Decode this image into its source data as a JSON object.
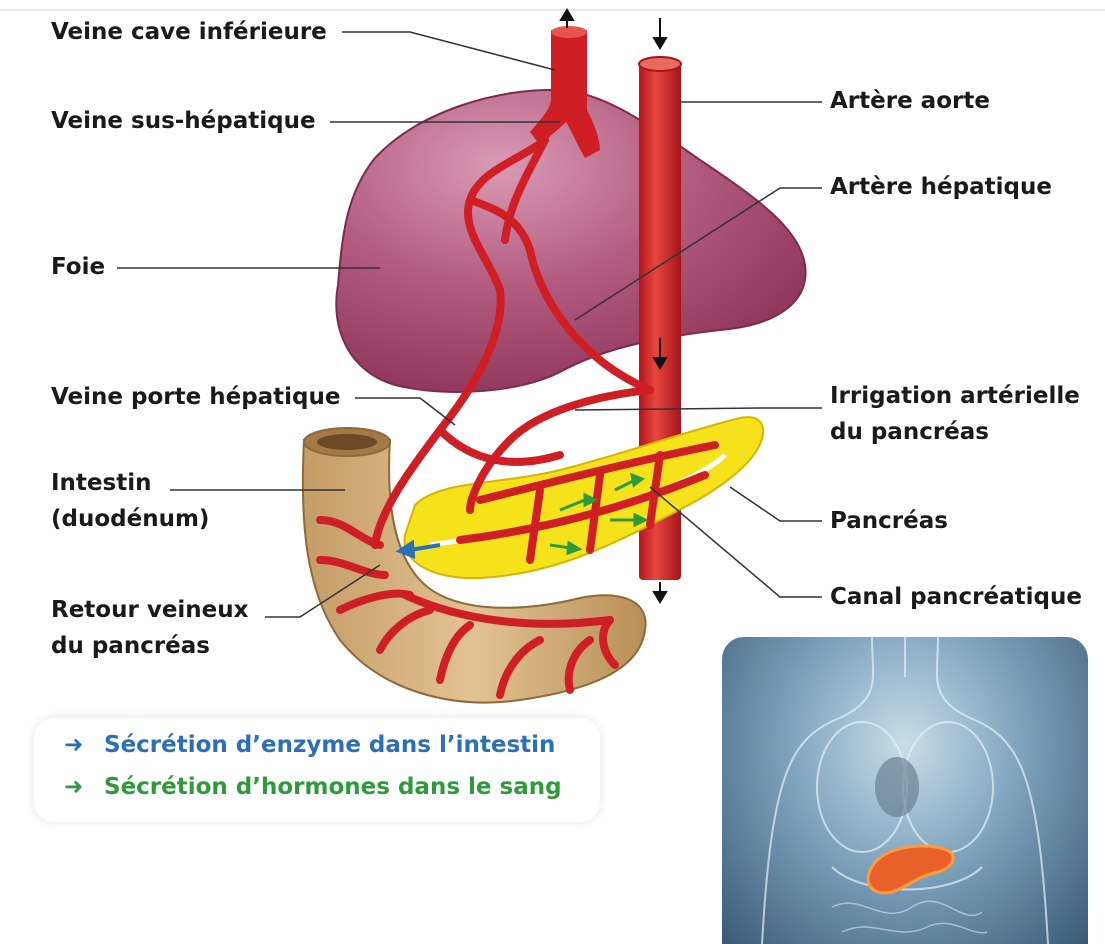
{
  "labels": {
    "veine_cave": "Veine cave inférieure",
    "veine_sus_hepatique": "Veine sus-hépatique",
    "foie": "Foie",
    "veine_porte": "Veine porte hépatique",
    "intestin_1": "Intestin",
    "intestin_2": "(duodénum)",
    "retour_1": "Retour veineux",
    "retour_2": "du pancréas",
    "artere_aorte": "Artère aorte",
    "artere_hepatique": "Artère hépatique",
    "irrigation_1": "Irrigation artérielle",
    "irrigation_2": "du pancréas",
    "pancreas": "Pancréas",
    "canal": "Canal pancréatique"
  },
  "legend": {
    "enzyme": "Sécrétion d’enzyme dans l’intestin",
    "hormones": "Sécrétion d’hormones dans le sang",
    "enzyme_color": "#2a6fb8",
    "hormones_color": "#2f9a3c"
  },
  "colors": {
    "liver": "#a8466b",
    "vessel": "#d01f24",
    "pancreas": "#f4e000",
    "intestine": "#d4b27f"
  }
}
